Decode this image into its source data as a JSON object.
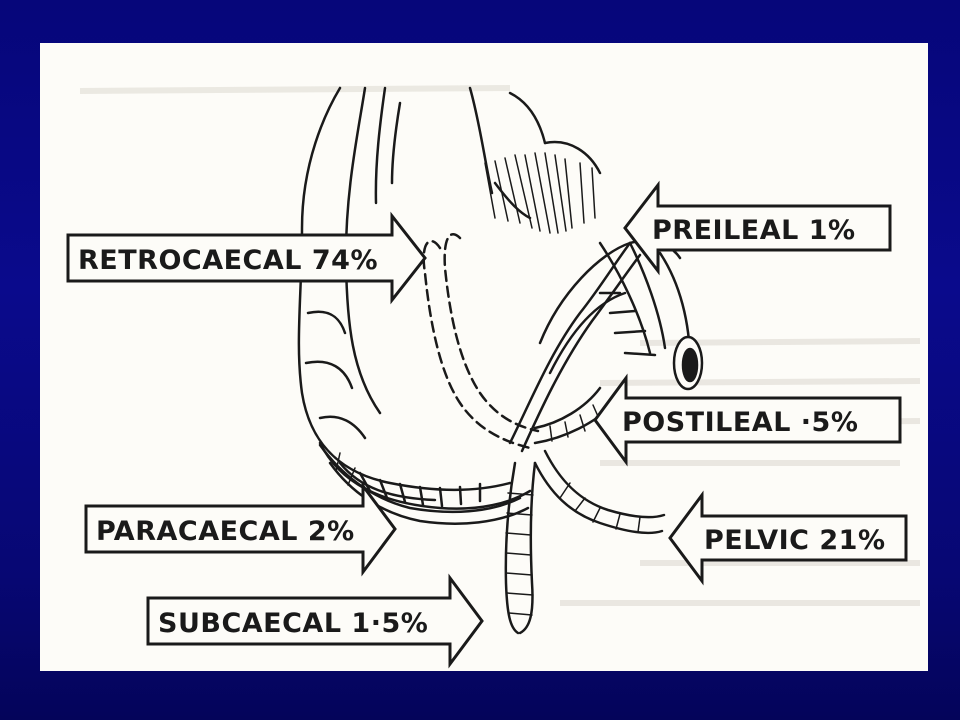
{
  "labels": {
    "retrocaecal": "RETROCAECAL 74%",
    "preileal": "PREILEAL 1%",
    "postileal": "POSTILEAL ·5%",
    "paracaecal": "PARACAECAL 2%",
    "pelvic": "PELVIC 21%",
    "subcaecal": "SUBCAECAL 1·5%"
  },
  "colors": {
    "background": "#0a0a8c",
    "panel": "#fdfcf8",
    "ink": "#1a1a1a"
  }
}
